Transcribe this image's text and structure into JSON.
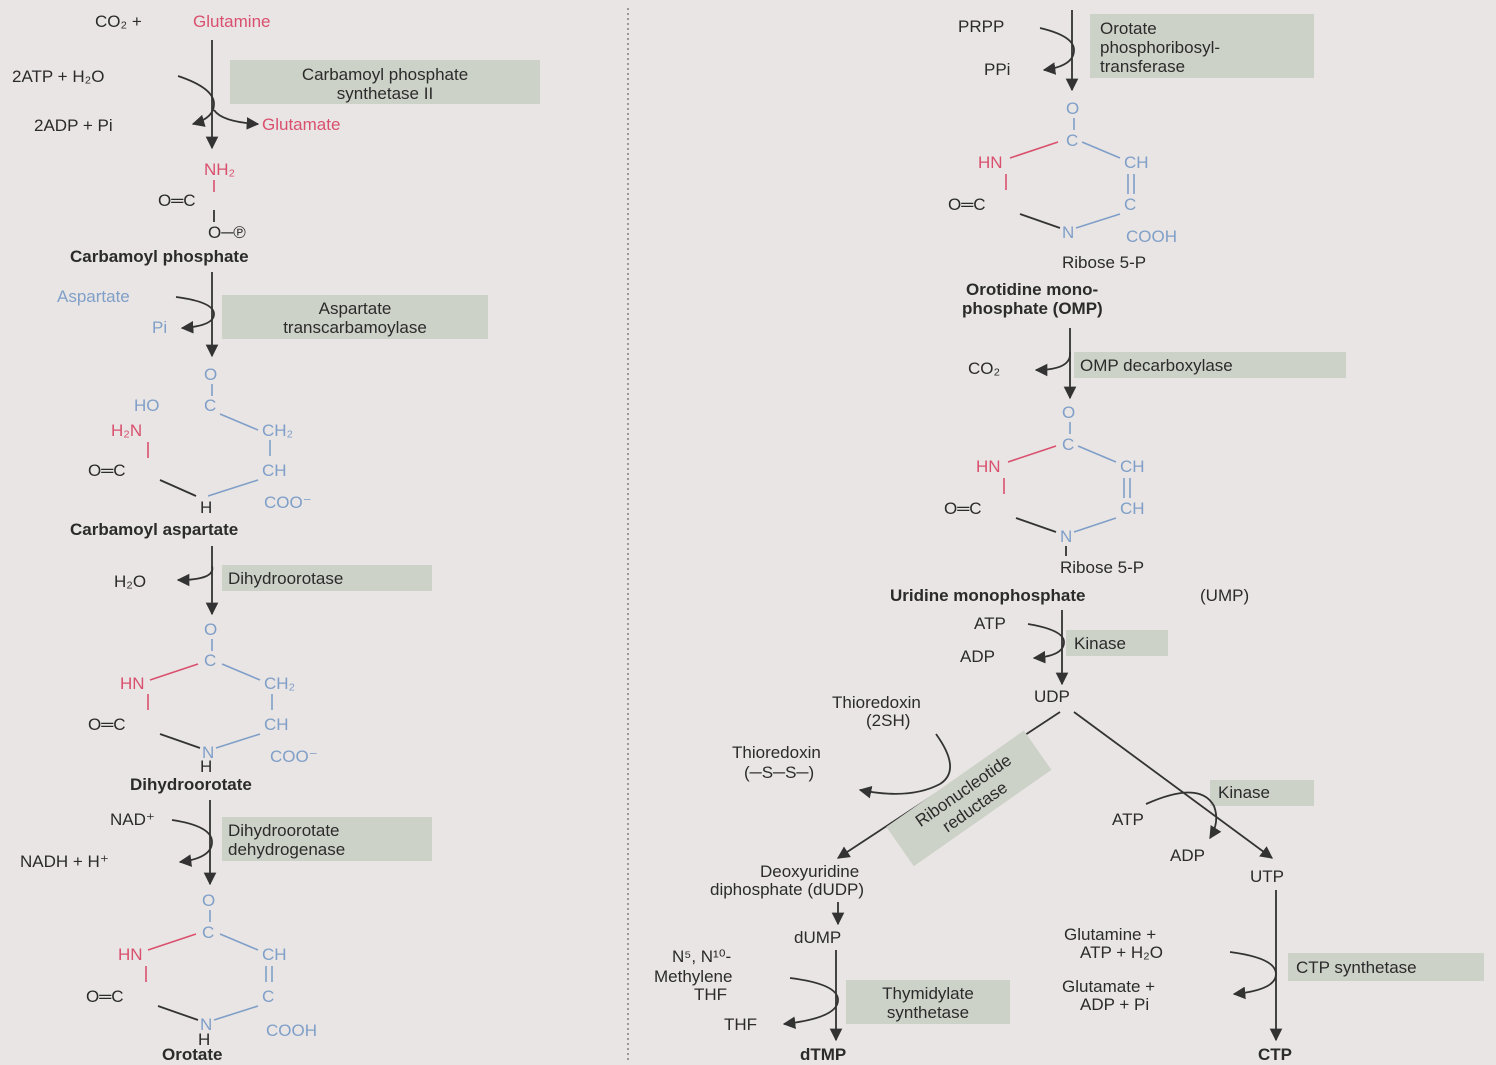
{
  "colors": {
    "background": "#e9e5e4",
    "enzyme_box": "#cdd2c8",
    "red_atoms": "#d9506e",
    "blue_atoms": "#7f9fc8"
  },
  "left": {
    "step1": {
      "reactant_co2": "CO₂ +",
      "reactant_gln": "Glutamine",
      "cofactor_in": "2ATP + H₂O",
      "cofactor_out": "2ADP + Pi",
      "byproduct": "Glutamate",
      "enzyme": [
        "Carbamoyl phosphate",
        "synthetase II"
      ]
    },
    "carbamoyl_phosphate": {
      "nh2": "NH₂",
      "oc": "O═C",
      "op": "O─℗",
      "name": "Carbamoyl phosphate"
    },
    "step2": {
      "cofactor_in": "Aspartate",
      "cofactor_out": "Pi",
      "enzyme": [
        "Aspartate",
        "transcarbamoylase"
      ]
    },
    "carbamoyl_aspartate": {
      "o": "O",
      "ho": "HO",
      "c": "C",
      "h2n": "H₂N",
      "ch2": "CH₂",
      "oc": "O═C",
      "ch": "CH",
      "h": "H",
      "coo": "COO⁻",
      "name": "Carbamoyl aspartate"
    },
    "step3": {
      "cofactor_out": "H₂O",
      "enzyme": "Dihydroorotase"
    },
    "dihydroorotate": {
      "o": "O",
      "c": "C",
      "hn": "HN",
      "ch2": "CH₂",
      "oc": "O═C",
      "ch": "CH",
      "n": "N",
      "h": "H",
      "coo": "COO⁻",
      "name": "Dihydroorotate"
    },
    "step4": {
      "cofactor_in": "NAD⁺",
      "cofactor_out": "NADH + H⁺",
      "enzyme": [
        "Dihydroorotate",
        "dehydrogenase"
      ]
    },
    "orotate": {
      "o": "O",
      "c": "C",
      "hn": "HN",
      "ch": "CH",
      "oc": "O═C",
      "c2": "C",
      "n": "N",
      "h": "H",
      "cooh": "COOH",
      "name": "Orotate"
    }
  },
  "right": {
    "step5": {
      "cofactor_in": "PRPP",
      "cofactor_out": "PPi",
      "enzyme": [
        "Orotate",
        "phosphoribosyl-",
        "transferase"
      ]
    },
    "omp": {
      "o": "O",
      "c": "C",
      "hn": "HN",
      "ch": "CH",
      "oc": "O═C",
      "c2": "C",
      "n": "N",
      "cooh": "COOH",
      "ribose": "Ribose 5-P",
      "name": [
        "Orotidine mono-",
        "phosphate (OMP)"
      ]
    },
    "step6": {
      "cofactor_out": "CO₂",
      "enzyme": "OMP decarboxylase"
    },
    "ump": {
      "o": "O",
      "c": "C",
      "hn": "HN",
      "ch": "CH",
      "oc": "O═C",
      "ch2": "CH",
      "n": "N",
      "ribose": "Ribose 5-P",
      "name": "Uridine monophosphate",
      "abbr": "(UMP)"
    },
    "step7": {
      "cofactor_in": "ATP",
      "cofactor_out": "ADP",
      "enzyme": "Kinase"
    },
    "udp": "UDP",
    "reductase": {
      "thioredoxin_red": [
        "Thioredoxin",
        "(2SH)"
      ],
      "thioredoxin_ox": [
        "Thioredoxin",
        "(─S─S─)"
      ],
      "enzyme": [
        "Ribonucleotide",
        "reductase"
      ]
    },
    "kinase2": {
      "enzyme": "Kinase",
      "atp": "ATP",
      "adp": "ADP"
    },
    "dudp": [
      "Deoxyuridine",
      "diphosphate (dUDP)"
    ],
    "dump": "dUMP",
    "thymidylate": {
      "cofactor_in": [
        "N⁵, N¹⁰-",
        "Methylene",
        "THF"
      ],
      "cofactor_out": "THF",
      "enzyme": [
        "Thymidylate",
        "synthetase"
      ]
    },
    "dtmp": "dTMP",
    "utp": "UTP",
    "ctp_synth": {
      "cofactor_in": [
        "Glutamine +",
        "ATP + H₂O"
      ],
      "cofactor_out": [
        "Glutamate +",
        "ADP + Pi"
      ],
      "enzyme": "CTP synthetase"
    },
    "ctp": "CTP"
  }
}
